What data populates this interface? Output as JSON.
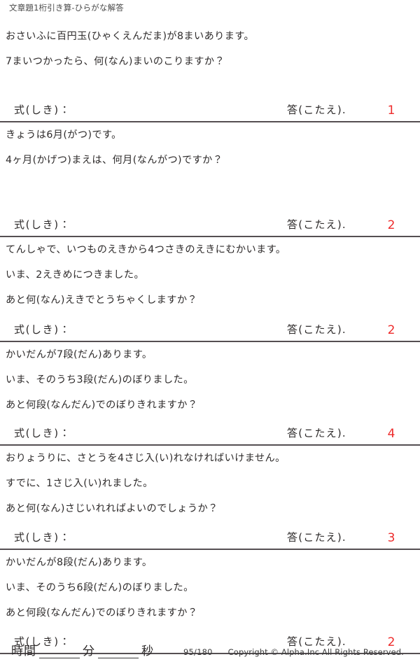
{
  "header": {
    "title": "文章題1桁引き算-ひらがな解答"
  },
  "labels": {
    "shiki": "式(しき)：",
    "kotae": "答(こたえ)."
  },
  "problems": [
    {
      "lines": [
        "おさいふに百円玉(ひゃくえんだま)が8まいあります。",
        "7まいつかったら、何(なん)まいのこりますか？"
      ],
      "answer": "1"
    },
    {
      "lines": [
        "きょうは6月(がつ)です。",
        "4ヶ月(かげつ)まえは、何月(なんがつ)ですか？"
      ],
      "answer": "2"
    },
    {
      "lines": [
        "てんしゃで、いつものえきから4つさきのえきにむかいます。",
        "いま、2えきめにつきました。",
        "あと何(なん)えきでとうちゃくしますか？"
      ],
      "answer": "2"
    },
    {
      "lines": [
        "かいだんが7段(だん)あります。",
        "いま、そのうち3段(だん)のぼりました。",
        "あと何段(なんだん)でのぼりきれますか？"
      ],
      "answer": "4"
    },
    {
      "lines": [
        "おりょうりに、さとうを4さじ入(い)れなければいけません。",
        "すでに、1さじ入(い)れました。",
        "あと何(なん)さじいれればよいのでしょうか？"
      ],
      "answer": "3"
    },
    {
      "lines": [
        "かいだんが8段(だん)あります。",
        "いま、そのうち6段(だん)のぼりました。",
        "あと何段(なんだん)でのぼりきれますか？"
      ],
      "answer": "2"
    }
  ],
  "footer": {
    "time_label": "時間",
    "minutes_label": "分",
    "seconds_label": "秒",
    "page_number": "95/180",
    "copyright": "Copyright ©  Alpha.Inc All Rights Reserved."
  }
}
